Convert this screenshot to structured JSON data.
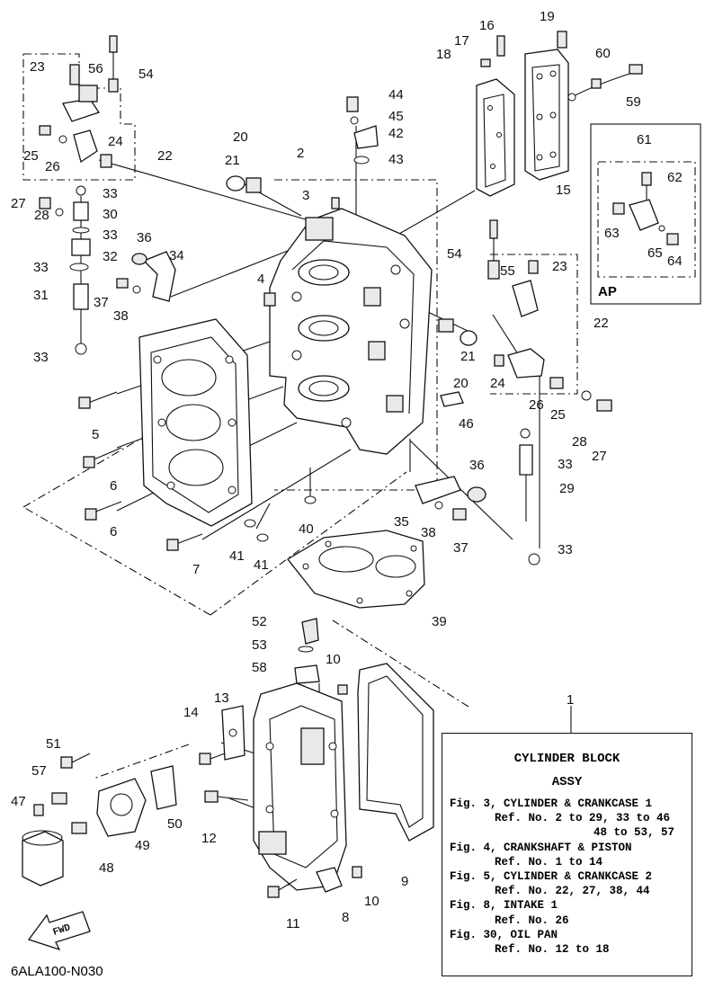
{
  "drawing_code": "6ALA100-N030",
  "fwd_label": "FWD",
  "ap_label": "AP",
  "callouts": {
    "c1": "1",
    "c2": "2",
    "c3": "3",
    "c4": "4",
    "c5": "5",
    "c6a": "6",
    "c6b": "6",
    "c7": "7",
    "c8": "8",
    "c9": "9",
    "c10a": "10",
    "c10b": "10",
    "c11": "11",
    "c12": "12",
    "c13": "13",
    "c14": "14",
    "c15": "15",
    "c16": "16",
    "c17": "17",
    "c18": "18",
    "c19": "19",
    "c20a": "20",
    "c20b": "20",
    "c21a": "21",
    "c21b": "21",
    "c22a": "22",
    "c22b": "22",
    "c23a": "23",
    "c23b": "23",
    "c24a": "24",
    "c24b": "24",
    "c25a": "25",
    "c25b": "25",
    "c26a": "26",
    "c26b": "26",
    "c27a": "27",
    "c27b": "27",
    "c28a": "28",
    "c28b": "28",
    "c29": "29",
    "c30": "30",
    "c31": "31",
    "c32": "32",
    "c33a": "33",
    "c33b": "33",
    "c33c": "33",
    "c33d": "33",
    "c33e": "33",
    "c33f": "33",
    "c34": "34",
    "c35": "35",
    "c36a": "36",
    "c36b": "36",
    "c37a": "37",
    "c37b": "37",
    "c38a": "38",
    "c38b": "38",
    "c39": "39",
    "c40": "40",
    "c41a": "41",
    "c41b": "41",
    "c42": "42",
    "c43": "43",
    "c44": "44",
    "c45": "45",
    "c46": "46",
    "c47": "47",
    "c48": "48",
    "c49": "49",
    "c50": "50",
    "c51": "51",
    "c52": "52",
    "c53": "53",
    "c54a": "54",
    "c54b": "54",
    "c55": "55",
    "c56": "56",
    "c57": "57",
    "c58": "58",
    "c59": "59",
    "c60": "60",
    "c61": "61",
    "c62": "62",
    "c63": "63",
    "c64": "64",
    "c65": "65"
  },
  "legend": {
    "title": "CYLINDER BLOCK",
    "subtitle": "ASSY",
    "line1": "Fig. 3, CYLINDER & CRANKCASE 1",
    "line2": "Ref. No. 2 to 29, 33 to 46",
    "line3": "48 to 53, 57",
    "line4": "Fig. 4, CRANKSHAFT & PISTON",
    "line5": "Ref. No. 1 to 14",
    "line6": "Fig. 5, CYLINDER & CRANKCASE 2",
    "line7": "Ref. No. 22, 27, 38, 44",
    "line8": "Fig. 8, INTAKE 1",
    "line9": "Ref. No. 26",
    "line10": "Fig. 30, OIL PAN",
    "line11": "Ref. No. 12 to 18"
  }
}
